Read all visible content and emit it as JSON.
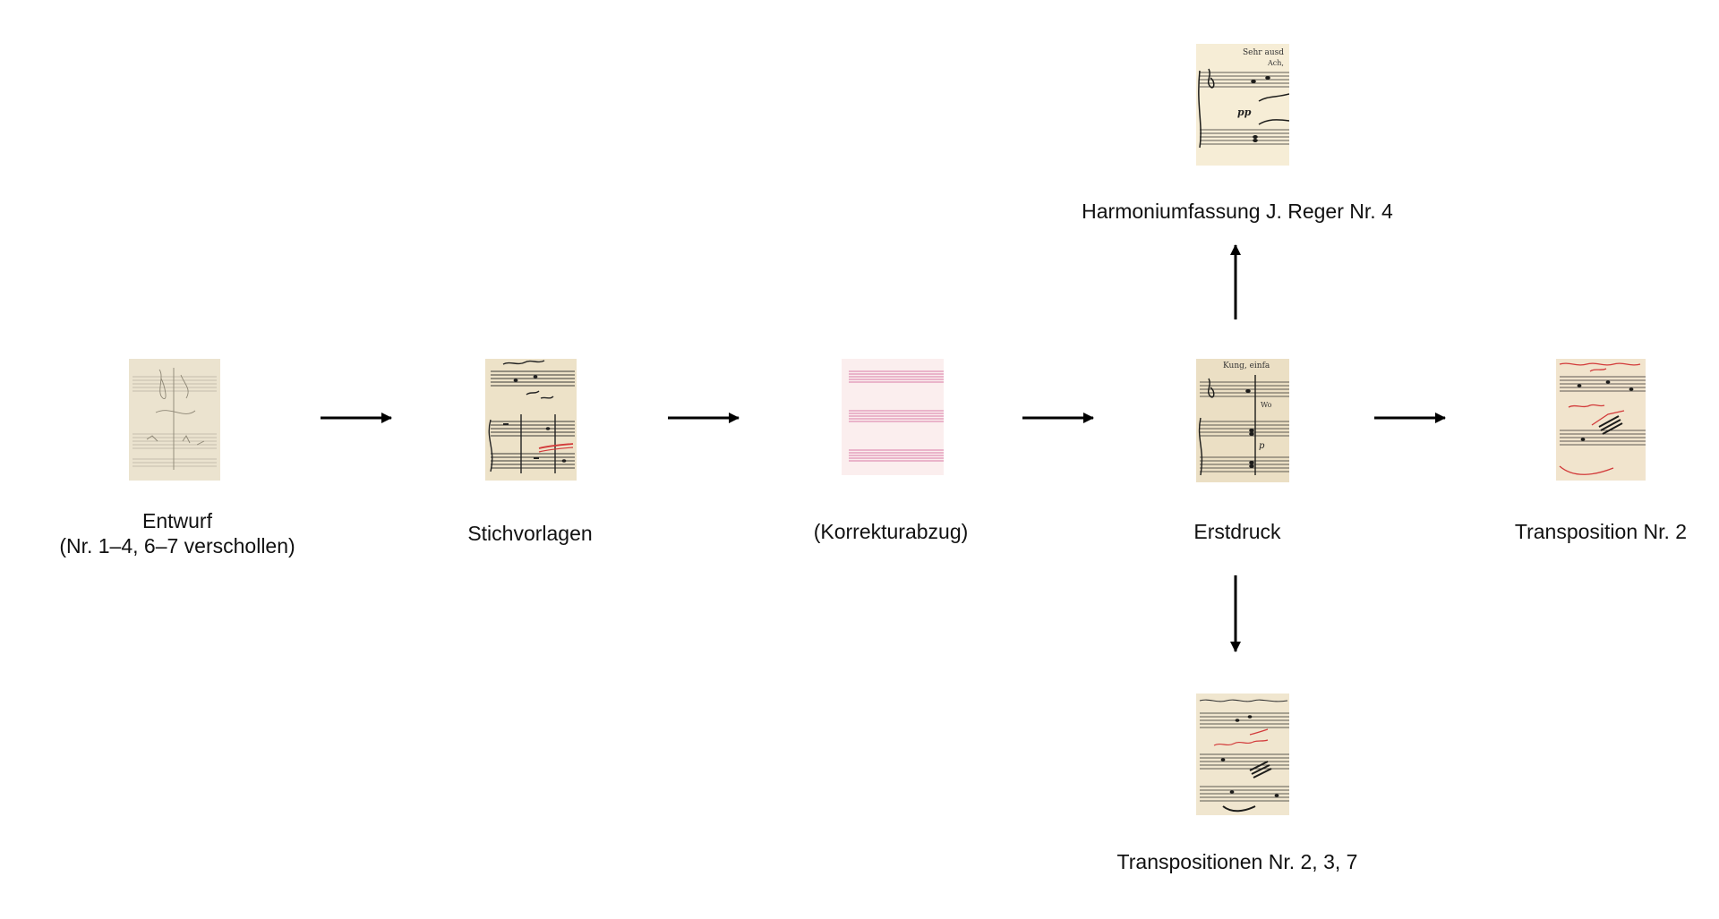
{
  "nodes": {
    "entwurf": {
      "line1": "Entwurf",
      "line2": "(Nr. 1–4, 6–7 verschollen)"
    },
    "stichvorlagen": {
      "label": "Stichvorlagen"
    },
    "korrekturabzug": {
      "label": "(Korrekturabzug)"
    },
    "erstdruck": {
      "label": "Erstdruck"
    },
    "transposition": {
      "label": "Transposition Nr. 2"
    },
    "harmonium": {
      "label": "Harmoniumfassung J. Reger Nr. 4"
    },
    "transpositionen": {
      "label": "Transpositionen Nr. 2, 3, 7"
    }
  },
  "thumbnails": {
    "harmonium": {
      "text1": "Sehr ausd",
      "text2": "Ach,"
    },
    "erstdruck": {
      "text1": "Kung, einfa",
      "text2": "Wo"
    }
  },
  "colors": {
    "paper": "#efe6d2",
    "arrow": "#000000",
    "red_ink": "#d23a3a",
    "pink_staff": "#d97aa6"
  }
}
